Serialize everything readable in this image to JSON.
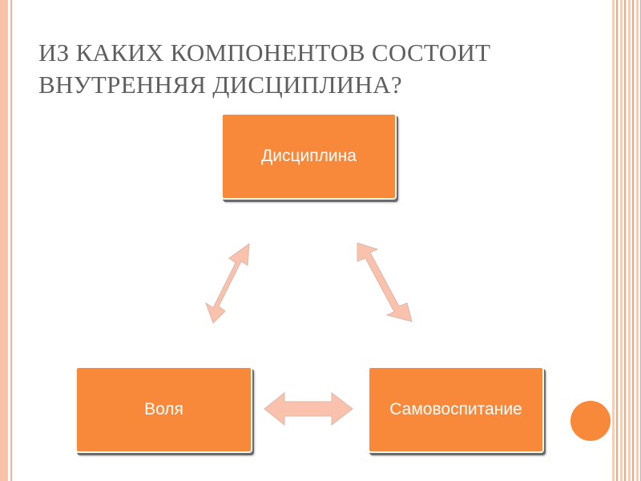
{
  "slide": {
    "title_line1": "ИЗ КАКИХ КОМПОНЕНТОВ СОСТОИТ",
    "title_line2": "ВНУТРЕННЯЯ ДИСЦИПЛИНА?"
  },
  "diagram": {
    "type": "cycle",
    "nodes": {
      "top": "Дисциплина",
      "bottom_left": "Воля",
      "bottom_right": "Самовоспитание"
    },
    "connections": [
      {
        "from": "top",
        "to": "bottom_left",
        "style": "double-arrow"
      },
      {
        "from": "top",
        "to": "bottom_right",
        "style": "double-arrow"
      },
      {
        "from": "bottom_left",
        "to": "bottom_right",
        "style": "double-arrow"
      }
    ]
  },
  "colors": {
    "node_fill": "#f8883a",
    "arrow_fill": "#fac2ad",
    "title_text": "#5f5f5f",
    "frame_accent": "#f4b493"
  }
}
